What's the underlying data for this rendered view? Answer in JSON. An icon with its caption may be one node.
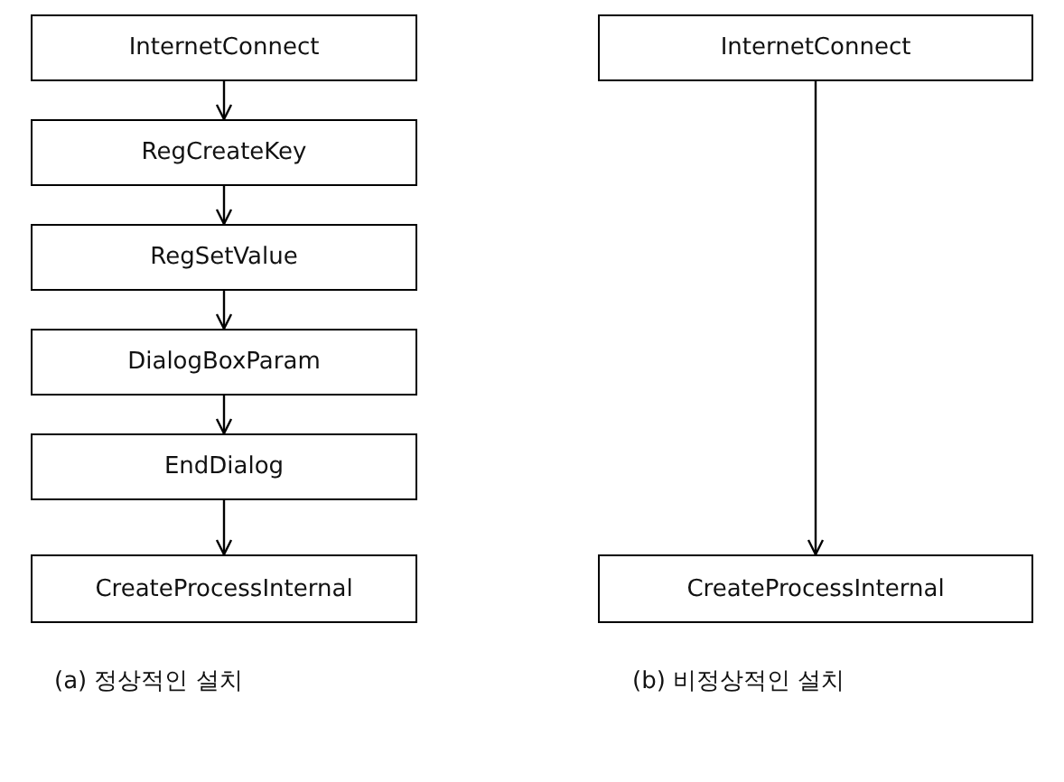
{
  "diagram": {
    "nodes": [
      {
        "text": [
          "InternetConnect"
        ]
      },
      {
        "text": [
          "RegCreateKey"
        ]
      },
      {
        "text": [
          "RegSetValue"
        ]
      },
      {
        "text": [
          "DialogBoxParam"
        ]
      },
      {
        "text": [
          "EndDialog"
        ]
      },
      {
        "text": [
          "CreateProcessInternal"
        ]
      },
      {
        "text": [
          "InternetConnect"
        ]
      },
      {
        "text": [
          "CreateProcessInternal"
        ]
      }
    ],
    "edges": [
      {
        "from": 0,
        "to": 1,
        "arrow": "to"
      },
      {
        "from": 1,
        "to": 2,
        "arrow": "to"
      },
      {
        "from": 2,
        "to": 3,
        "arrow": "to"
      },
      {
        "from": 3,
        "to": 4,
        "arrow": "to"
      },
      {
        "from": 4,
        "to": 5,
        "arrow": "to"
      },
      {
        "from": 6,
        "to": 7,
        "arrow": "to"
      }
    ],
    "labels": [
      "(a) 정상적인 설치",
      "(b) 비정상적인 설치"
    ]
  }
}
